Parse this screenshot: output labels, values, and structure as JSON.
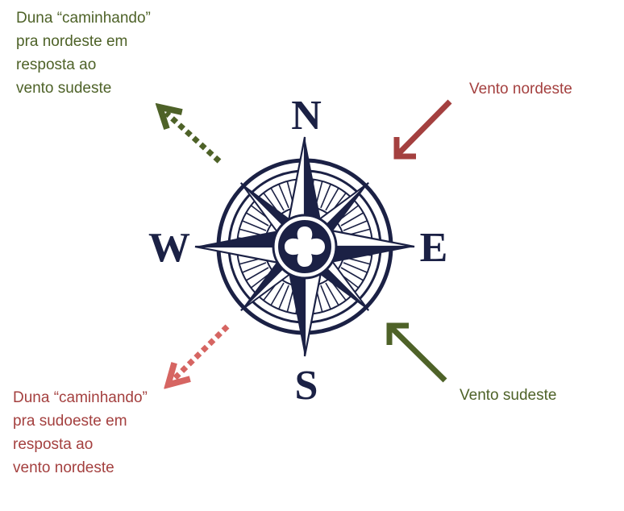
{
  "colors": {
    "green": "#4e6228",
    "red": "#a4403f",
    "navy": "#1b2145",
    "white": "#ffffff"
  },
  "compass": {
    "north": "N",
    "south": "S",
    "east": "E",
    "west": "W"
  },
  "labels": {
    "dune_northeast": [
      "Duna “caminhando”",
      "pra nordeste em",
      "resposta ao",
      "vento sudeste"
    ],
    "dune_southwest": [
      "Duna “caminhando”",
      "pra sudoeste em",
      "resposta ao",
      "vento nordeste"
    ],
    "wind_northeast": "Vento nordeste",
    "wind_southeast": "Vento sudeste"
  }
}
